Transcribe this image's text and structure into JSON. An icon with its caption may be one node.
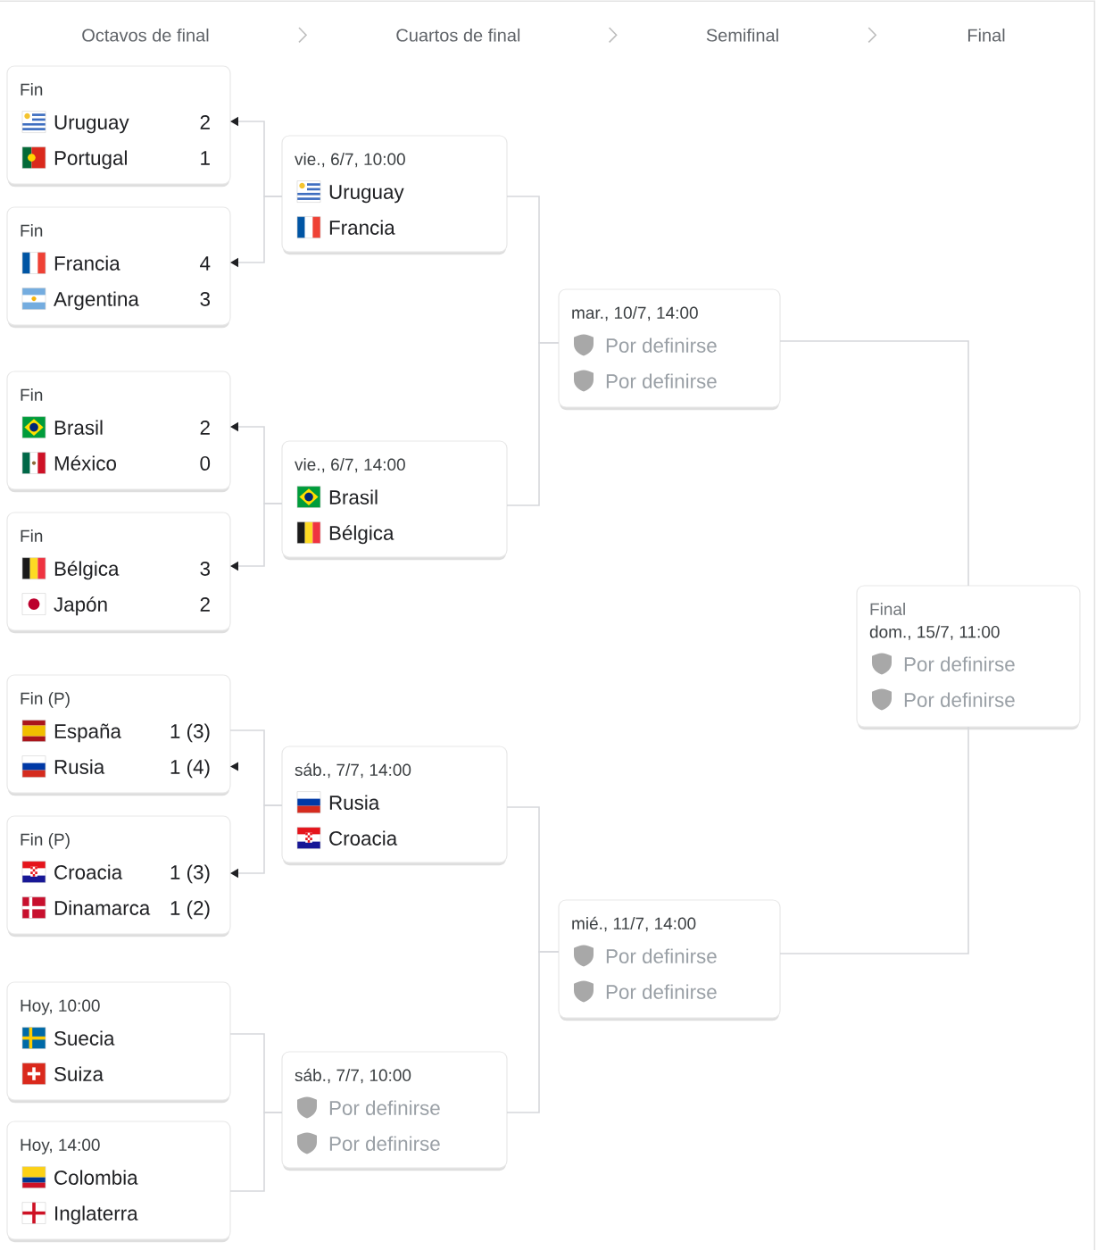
{
  "diagram": {
    "nodes": [
      {
        "text": [
          "Fin",
          "Uruguay",
          "2",
          "Portugal",
          "1"
        ]
      },
      {
        "text": [
          "Fin",
          "Francia",
          "4",
          "Argentina",
          "3"
        ]
      },
      {
        "text": [
          "Fin",
          "Brasil",
          "2",
          "México",
          "0"
        ]
      },
      {
        "text": [
          "Fin",
          "Bélgica",
          "3",
          "Japón",
          "2"
        ]
      },
      {
        "text": [
          "Fin (P)",
          "España",
          "1 (3)",
          "Rusia",
          "1 (4)"
        ]
      },
      {
        "text": [
          "Fin (P)",
          "Croacia",
          "1 (3)",
          "Dinamarca",
          "1 (2)"
        ]
      },
      {
        "text": [
          "Hoy, 10:00",
          "Suecia",
          "Suiza"
        ]
      },
      {
        "text": [
          "Hoy, 14:00",
          "Colombia",
          "Inglaterra"
        ]
      },
      {
        "text": [
          "vie., 6/7, 10:00",
          "Uruguay",
          "Francia"
        ]
      },
      {
        "text": [
          "vie., 6/7, 14:00",
          "Brasil",
          "Bélgica"
        ]
      },
      {
        "text": [
          "sáb., 7/7, 14:00",
          "Rusia",
          "Croacia"
        ]
      },
      {
        "text": [
          "sáb., 7/7, 10:00",
          "Por definirse",
          "Por definirse"
        ]
      },
      {
        "text": [
          "mar., 10/7, 14:00",
          "Por definirse",
          "Por definirse"
        ]
      },
      {
        "text": [
          "mié., 11/7, 14:00",
          "Por definirse",
          "Por definirse"
        ]
      },
      {
        "text": [
          "Final",
          "dom., 15/7, 11:00",
          "Por definirse",
          "Por definirse"
        ]
      }
    ],
    "edges": [
      {
        "from": 8,
        "to": 0,
        "arrow": "to"
      },
      {
        "from": 8,
        "to": 1,
        "arrow": "to"
      },
      {
        "from": 9,
        "to": 2,
        "arrow": "to"
      },
      {
        "from": 9,
        "to": 3,
        "arrow": "to"
      },
      {
        "from": 10,
        "to": 4,
        "arrow": "none"
      },
      {
        "from": 10,
        "to": 5,
        "arrow": "to"
      },
      {
        "from": 11,
        "to": 6,
        "arrow": "none"
      },
      {
        "from": 11,
        "to": 7,
        "arrow": "none"
      },
      {
        "from": 12,
        "to": 8,
        "arrow": "none"
      },
      {
        "from": 12,
        "to": 9,
        "arrow": "none"
      },
      {
        "from": 13,
        "to": 10,
        "arrow": "none"
      },
      {
        "from": 13,
        "to": 11,
        "arrow": "none"
      },
      {
        "from": 14,
        "to": 12,
        "arrow": "none"
      },
      {
        "from": 14,
        "to": 13,
        "arrow": "none"
      }
    ],
    "labels": [
      "Octavos de final",
      "Cuartos de final",
      "Semifinal",
      "Final"
    ]
  }
}
